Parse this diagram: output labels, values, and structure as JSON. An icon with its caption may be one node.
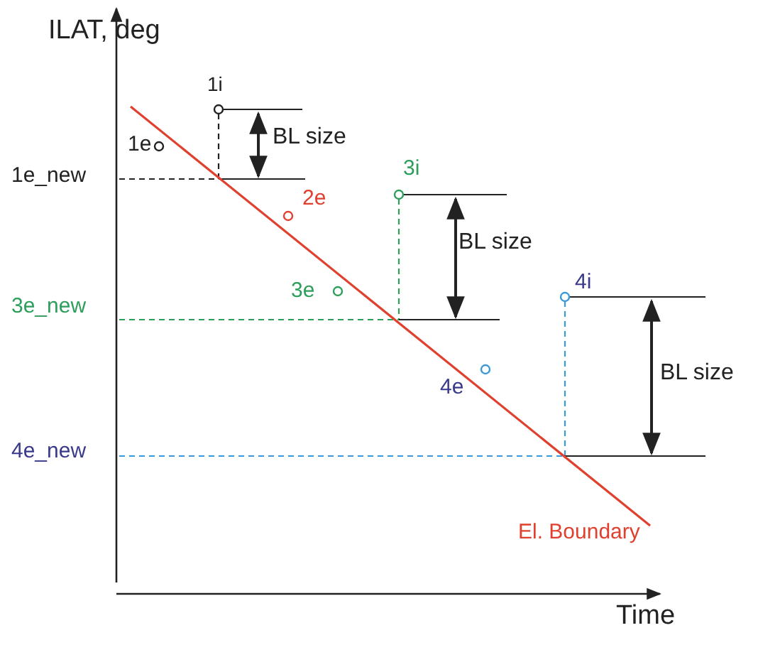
{
  "diagram": {
    "labels": [
      "ILAT, deg",
      "1i",
      "1e",
      "1e_new",
      "BL size",
      "2e",
      "3i",
      "3e",
      "BL size",
      "3e_new",
      "4i",
      "4e",
      "BL size",
      "4e_new",
      "El. Boundary",
      "Time"
    ]
  }
}
